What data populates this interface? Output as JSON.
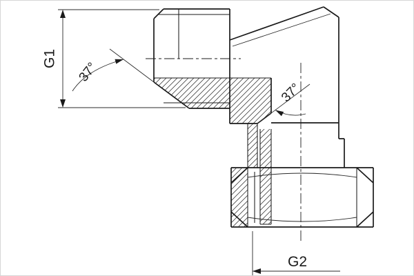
{
  "labels": {
    "g1": "G1",
    "angle_left": "37°",
    "angle_right": "37°",
    "g2": "G2"
  },
  "colors": {
    "line": "#1a1a1a",
    "background": "#ffffff"
  }
}
